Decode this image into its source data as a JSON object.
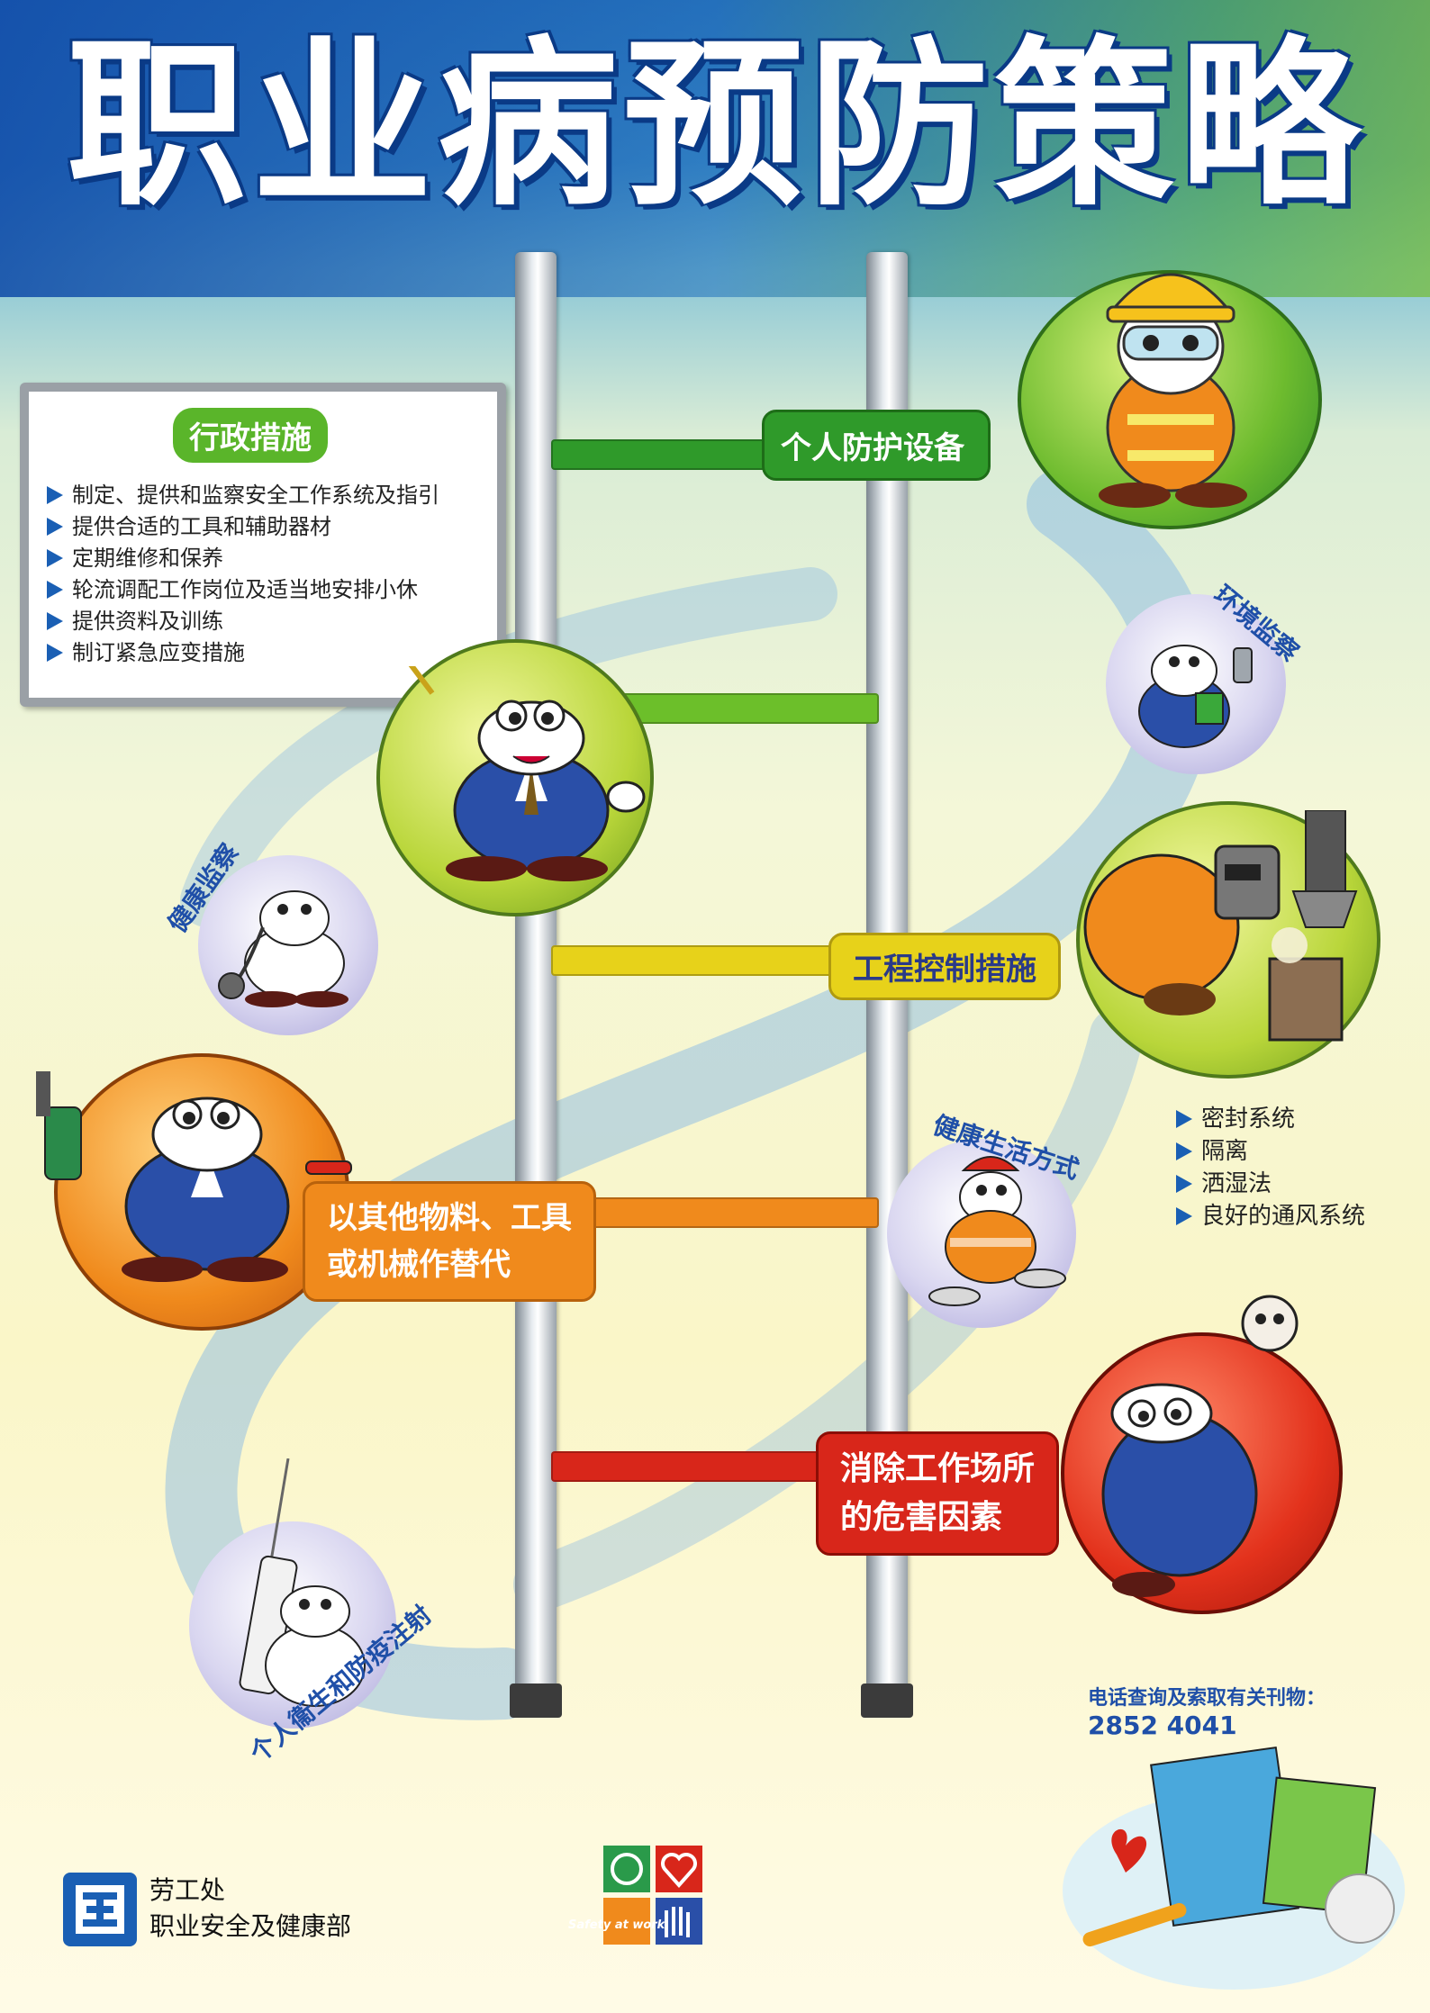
{
  "title": "职业病预防策略",
  "rungs": {
    "ppe": "个人防护设备",
    "engineering": "工程控制措施",
    "substitute_line1": "以其他物料、工具",
    "substitute_line2": "或机械作替代",
    "eliminate_line1": "消除工作场所",
    "eliminate_line2": "的危害因素"
  },
  "admin": {
    "title": "行政措施",
    "items": [
      "制定、提供和监察安全工作系统及指引",
      "提供合适的工具和辅助器材",
      "定期维修和保养",
      "轮流调配工作岗位及适当地安排小休",
      "提供资料及训练",
      "制订紧急应变措施"
    ]
  },
  "engineering_items": [
    "密封系统",
    "隔离",
    "洒湿法",
    "良好的通风系统"
  ],
  "arc_labels": {
    "env_monitoring": "环境监察",
    "health_monitoring": "健康监察",
    "healthy_lifestyle": "健康生活方式",
    "hygiene_vaccination": "个人衞生和防疫注射"
  },
  "contact": {
    "label": "电话查询及索取有关刊物：",
    "phone": "2852 4041"
  },
  "org": {
    "line1": "劳工处",
    "line2": "职业安全及健康部"
  },
  "badge_text": "Safety at work",
  "colors": {
    "title_outline": "#0a3a86",
    "ppe": "#2f9a2a",
    "admin": "#6cbf2a",
    "engineering": "#e7d21a",
    "substitute": "#f08a1c",
    "eliminate": "#d8261a",
    "arc_text": "#1f4fa8"
  }
}
